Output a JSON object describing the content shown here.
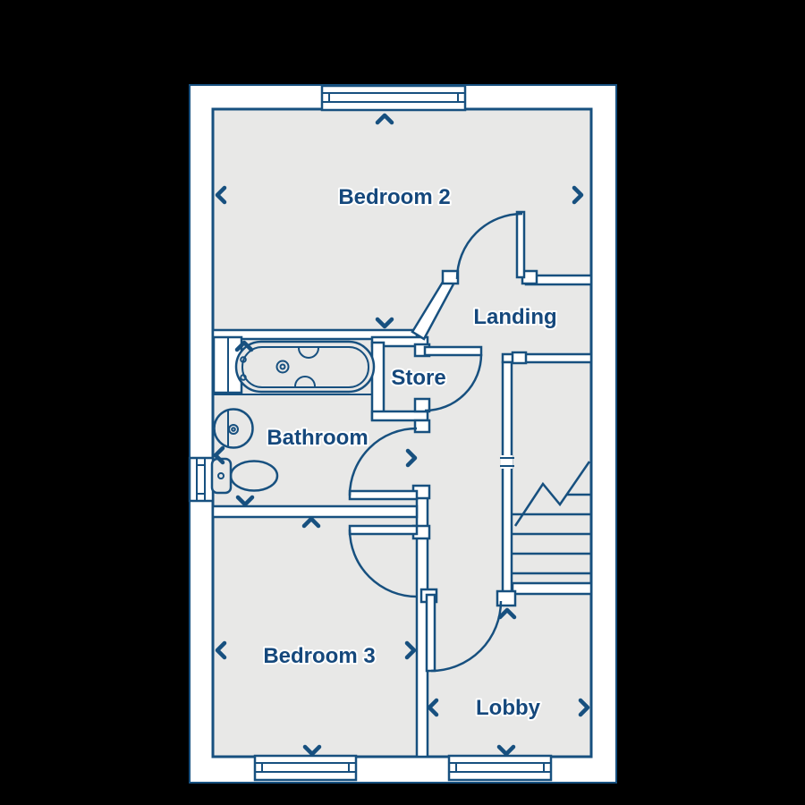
{
  "colors": {
    "background": "#000000",
    "wall_line": "#17507f",
    "wall_void": "#ffffff",
    "floor": "#e8e8e7",
    "label_text": "#15487c"
  },
  "rooms": [
    {
      "id": "bedroom-2",
      "label": "Bedroom 2"
    },
    {
      "id": "landing",
      "label": "Landing"
    },
    {
      "id": "store",
      "label": "Store"
    },
    {
      "id": "bathroom",
      "label": "Bathroom"
    },
    {
      "id": "bedroom-3",
      "label": "Bedroom 3"
    },
    {
      "id": "lobby",
      "label": "Lobby"
    }
  ],
  "fixtures": [
    "bath",
    "washbasin",
    "toilet",
    "staircase"
  ]
}
